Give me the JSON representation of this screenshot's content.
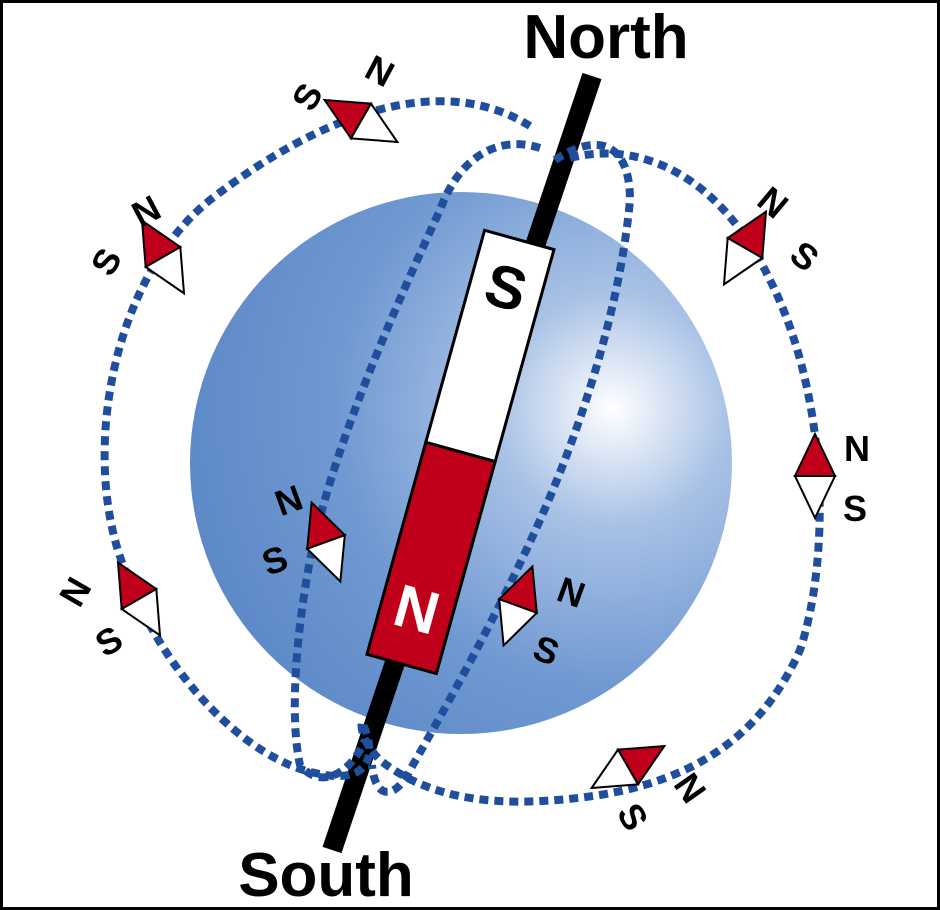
{
  "labels": {
    "north": "North",
    "south": "South"
  },
  "magnet": {
    "top_pole": "S",
    "bottom_pole": "N"
  },
  "compass_letters": {
    "north": "N",
    "south": "S"
  },
  "colors": {
    "border": "#000000",
    "sphere_light": "#eef3fb",
    "sphere_mid": "#8eaedc",
    "sphere_dark": "#5d89c9",
    "field_line": "#1f4f9c",
    "magnet_red": "#c0001a",
    "magnet_white": "#ffffff",
    "axis": "#000000",
    "compass_red": "#c0001a",
    "compass_white": "#ffffff"
  }
}
